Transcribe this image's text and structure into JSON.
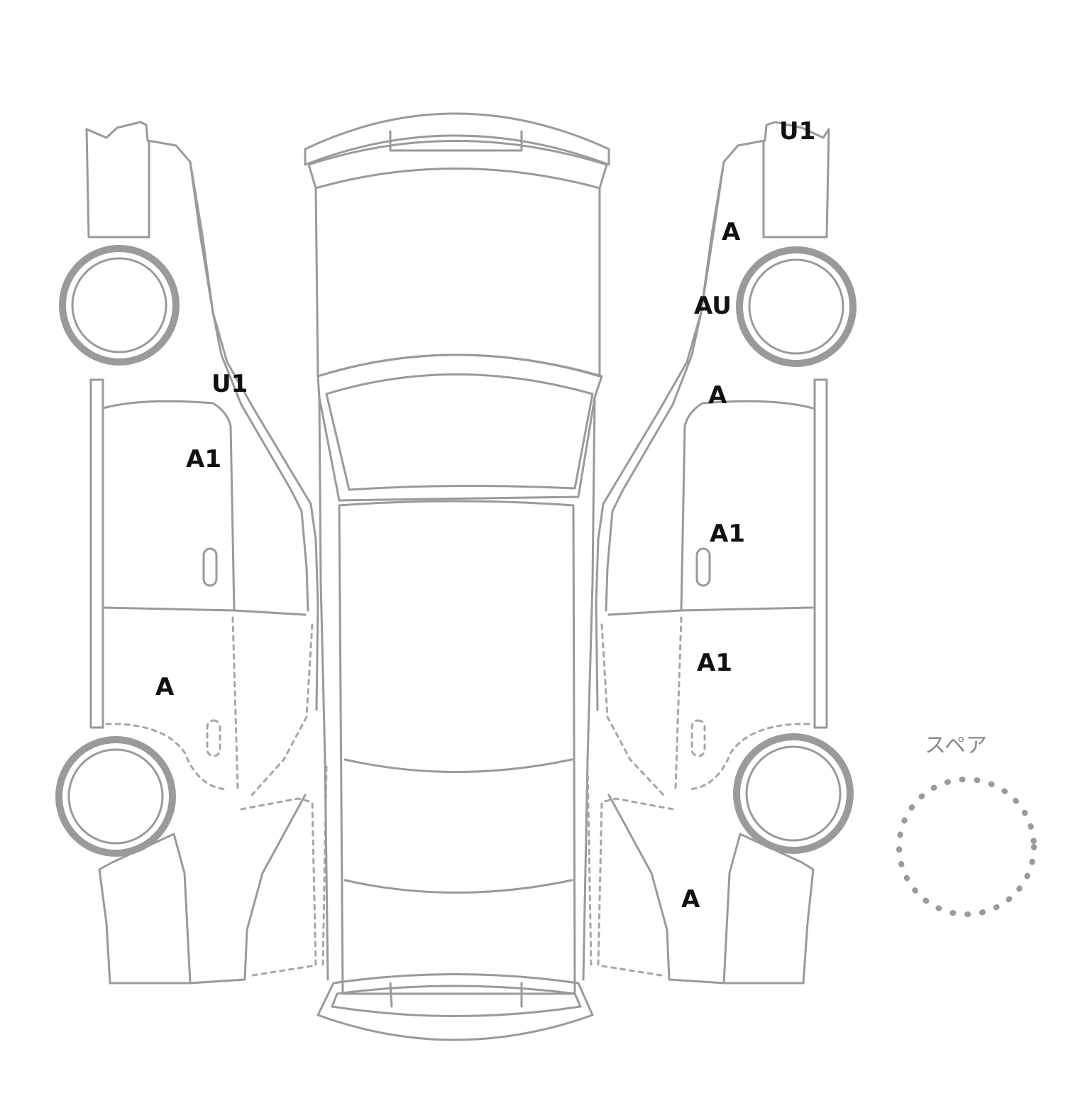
{
  "spare": {
    "label": "スペア"
  },
  "markers": {
    "right_front_fender_top": "U1",
    "right_front_fender": "A",
    "right_front_wheel_arch": "AU",
    "right_a_pillar": "A",
    "right_front_door": "A1",
    "right_rear_door": "A1",
    "right_rear_quarter": "A",
    "left_a_pillar": "U1",
    "left_front_door": "A1",
    "left_rear_door": "A"
  },
  "colors": {
    "line": "#9a9a9a",
    "marker_text": "#111111",
    "spare_label": "#8a8a8a"
  }
}
